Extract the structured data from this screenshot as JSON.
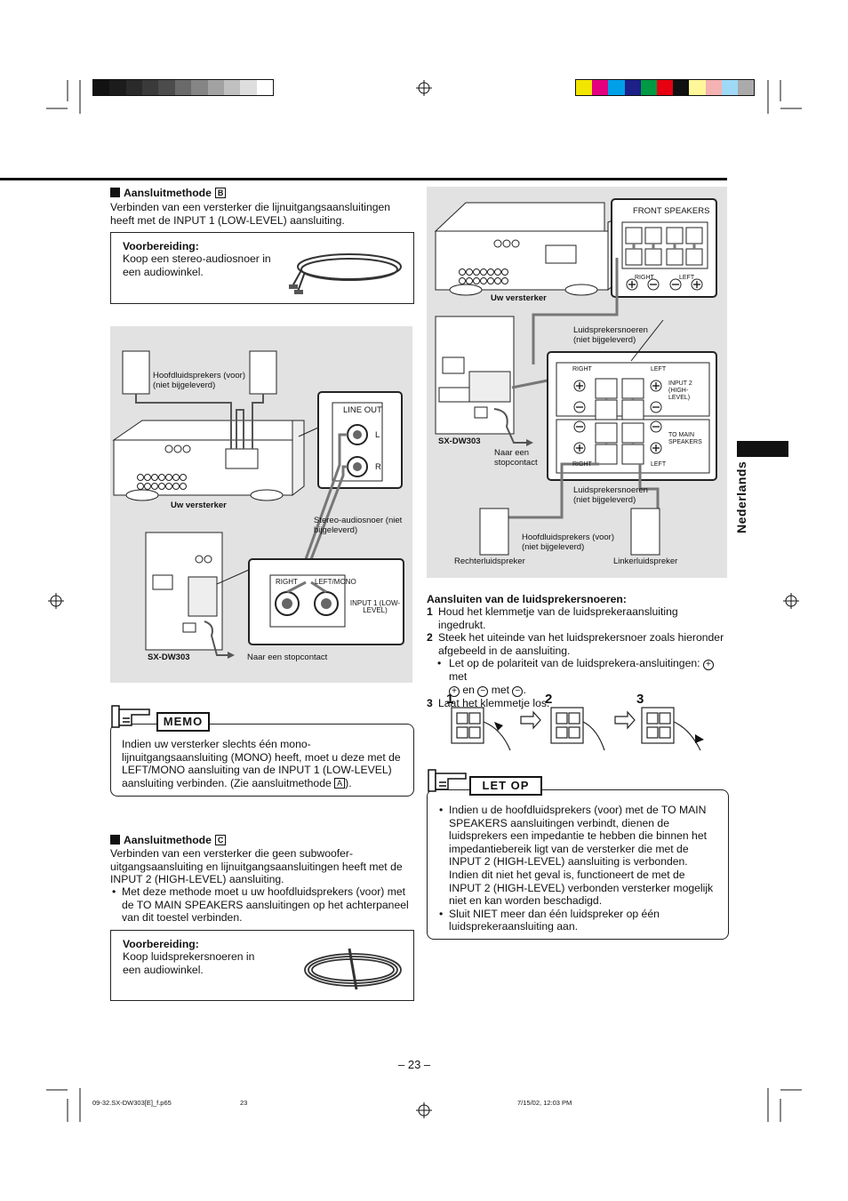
{
  "colors": {
    "gray_strip": [
      "#121212",
      "#1c1c1c",
      "#2a2a2a",
      "#3a3a3a",
      "#4c4c4c",
      "#6a6a6a",
      "#858585",
      "#a2a2a2",
      "#c0c0c0",
      "#dedede",
      "#ffffff"
    ],
    "color_strip": [
      "#f2e600",
      "#e4007f",
      "#00a0e9",
      "#1d2088",
      "#009944",
      "#e60012",
      "#111111",
      "#fff799",
      "#f5b2b2",
      "#9fd9f6",
      "#aaaaaa"
    ],
    "panel_bg": "#e2e2e2"
  },
  "method_b": {
    "title": "Aansluitmethode",
    "letter": "B",
    "intro": "Verbinden van een versterker die lijnuitgangsaansluitingen heeft met de INPUT 1 (LOW-LEVEL) aansluiting.",
    "prep_title": "Voorbereiding:",
    "prep_text": "Koop een stereo-audiosnoer in een audiowinkel."
  },
  "diagram_b": {
    "speakers_label": "Hoofdluidsprekers (voor) (niet bijgeleverd)",
    "amp_label": "Uw versterker",
    "line_out": "LINE OUT",
    "l": "L",
    "r": "R",
    "cable_label": "Stereo-audiosnoer (niet bijgeleverd)",
    "right": "RIGHT",
    "left_mono": "LEFT/MONO",
    "input1": "INPUT 1 (LOW-LEVEL)",
    "model": "SX-DW303",
    "outlet": "Naar een stopcontact"
  },
  "memo": {
    "badge": "MEMO",
    "text_before": "Indien uw versterker slechts één mono-lijnuitgangsaansluiting (MONO) heeft, moet u deze met de LEFT/MONO aansluiting van de INPUT 1 (LOW-LEVEL) aansluiting verbinden. (Zie aansluitmethode ",
    "letter": "A",
    "text_after": ")."
  },
  "method_c": {
    "title": "Aansluitmethode",
    "letter": "C",
    "intro": "Verbinden van een versterker die geen subwoofer-uitgangsaansluiting en lijnuitgangsaansluitingen heeft met de INPUT 2 (HIGH-LEVEL) aansluiting.",
    "bullet": "Met deze methode moet u uw hoofdluidsprekers (voor) met de TO MAIN SPEAKERS aansluitingen op het achterpaneel van dit toestel verbinden.",
    "prep_title": "Voorbereiding:",
    "prep_text": "Koop luidsprekersnoeren in een audiowinkel."
  },
  "diagram_c": {
    "front_speakers": "FRONT SPEAKERS",
    "right": "RIGHT",
    "left": "LEFT",
    "amp_label": "Uw versterker",
    "cables_top": "Luidsprekersnoeren (niet bijgeleverd)",
    "input2": "INPUT 2 (HIGH-LEVEL)",
    "to_main": "TO MAIN SPEAKERS",
    "model": "SX-DW303",
    "outlet": "Naar een stopcontact",
    "cables_bottom": "Luidsprekersnoeren (niet bijgeleverd)",
    "main_speakers": "Hoofdluidsprekers (voor) (niet bijgeleverd)",
    "right_speaker": "Rechterluidspreker",
    "left_speaker": "Linkerluidspreker"
  },
  "connect": {
    "title": "Aansluiten van de luidsprekersnoeren:",
    "step1": "Houd het klemmetje van de luidsprekeraansluiting ingedrukt.",
    "step2": "Steek het uiteinde van het luidsprekersnoer zoals hieronder afgebeeld in de aansluiting.",
    "bullet_before": "Let op de polariteit van de luidsprekera-ansluitingen:",
    "word_met": "met",
    "word_en": "en",
    "step3": "Laat het klemmetje los.",
    "nums": [
      "1",
      "2",
      "3"
    ]
  },
  "letop": {
    "badge": "LET OP",
    "bullets": [
      "Indien u de hoofdluidsprekers (voor) met de TO MAIN SPEAKERS aansluitingen verbindt, dienen de luidsprekers een impedantie te hebben die binnen het impedantiebereik ligt van de versterker die met de INPUT 2 (HIGH-LEVEL) aansluiting is verbonden. Indien dit niet het geval is, functioneert de met de INPUT 2 (HIGH-LEVEL) verbonden versterker mogelijk niet en kan worden beschadigd.",
      "Sluit NIET meer dan één luidspreker op één luidsprekeraansluiting aan."
    ]
  },
  "side_tab": "Nederlands",
  "page_number": "– 23 –",
  "footer": {
    "file": "09-32.SX-DW303[E]_f.p65",
    "page": "23",
    "date": "7/15/02, 12:03 PM"
  }
}
